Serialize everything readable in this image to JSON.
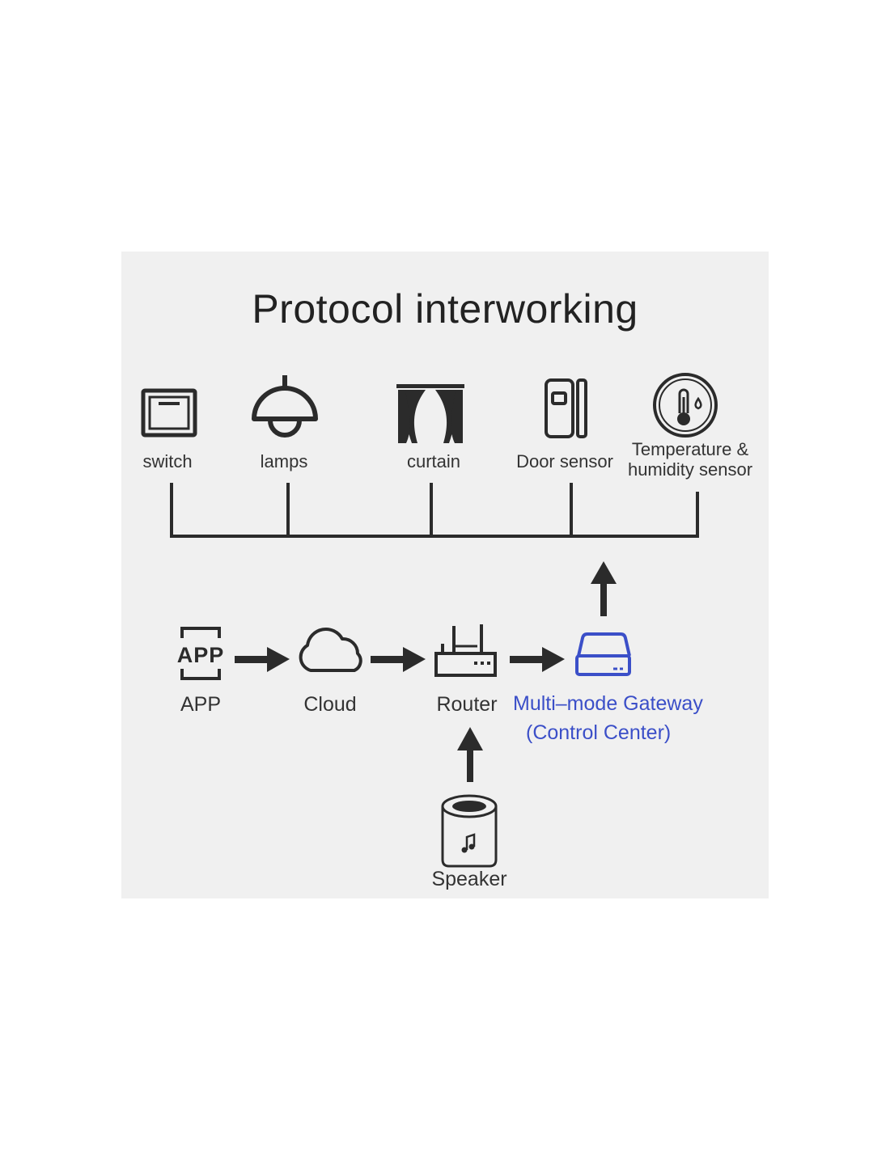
{
  "title": "Protocol interworking",
  "devices": [
    {
      "name": "switch",
      "icon": "switch-icon"
    },
    {
      "name": "lamps",
      "icon": "lamp-icon"
    },
    {
      "name": "curtain",
      "icon": "curtain-icon"
    },
    {
      "name": "Door sensor",
      "icon": "door-sensor-icon"
    },
    {
      "name_line1": "Temperature &",
      "name_line2": "humidity sensor",
      "icon": "thermometer-icon"
    }
  ],
  "flow": [
    {
      "name": "APP",
      "icon": "app-icon"
    },
    {
      "name": "Cloud",
      "icon": "cloud-icon"
    },
    {
      "name": "Router",
      "icon": "router-icon"
    },
    {
      "name_line1": "Multi–mode Gateway",
      "name_line2": "(Control Center)",
      "icon": "gateway-icon"
    }
  ],
  "speaker": {
    "name": "Speaker",
    "icon": "speaker-icon"
  },
  "colors": {
    "panel_bg": "#f0f0f0",
    "icon": "#2b2b2b",
    "gateway_accent": "#3b4fc8"
  }
}
